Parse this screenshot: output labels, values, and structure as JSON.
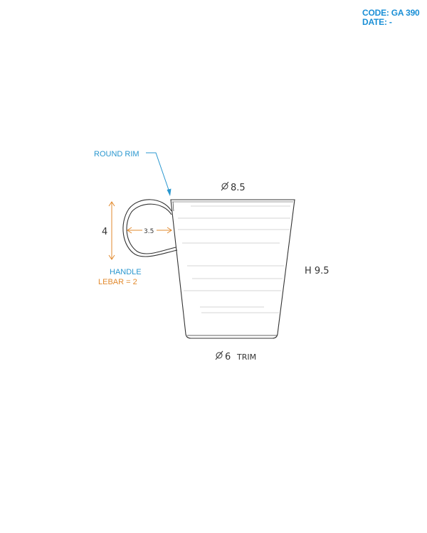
{
  "header": {
    "code": "CODE: GA 390",
    "date": "DATE: -"
  },
  "annotations": {
    "round_rim": "ROUND RIM",
    "top_diameter_symbol": "∅",
    "top_diameter": "8.5",
    "height": "H 9.5",
    "bottom_diameter_symbol": "∅",
    "bottom_diameter": "6",
    "bottom_trim": "TRIM",
    "handle_height": "4",
    "handle_width": "3.5",
    "handle_label": "HANDLE",
    "handle_lebar": "LEBAR = 2"
  },
  "colors": {
    "header_blue": "#1a8fd6",
    "label_blue": "#2a97cf",
    "dimension_orange": "#e28a2e",
    "outline": "#333333",
    "inner_lines": "#c8c8c8"
  }
}
